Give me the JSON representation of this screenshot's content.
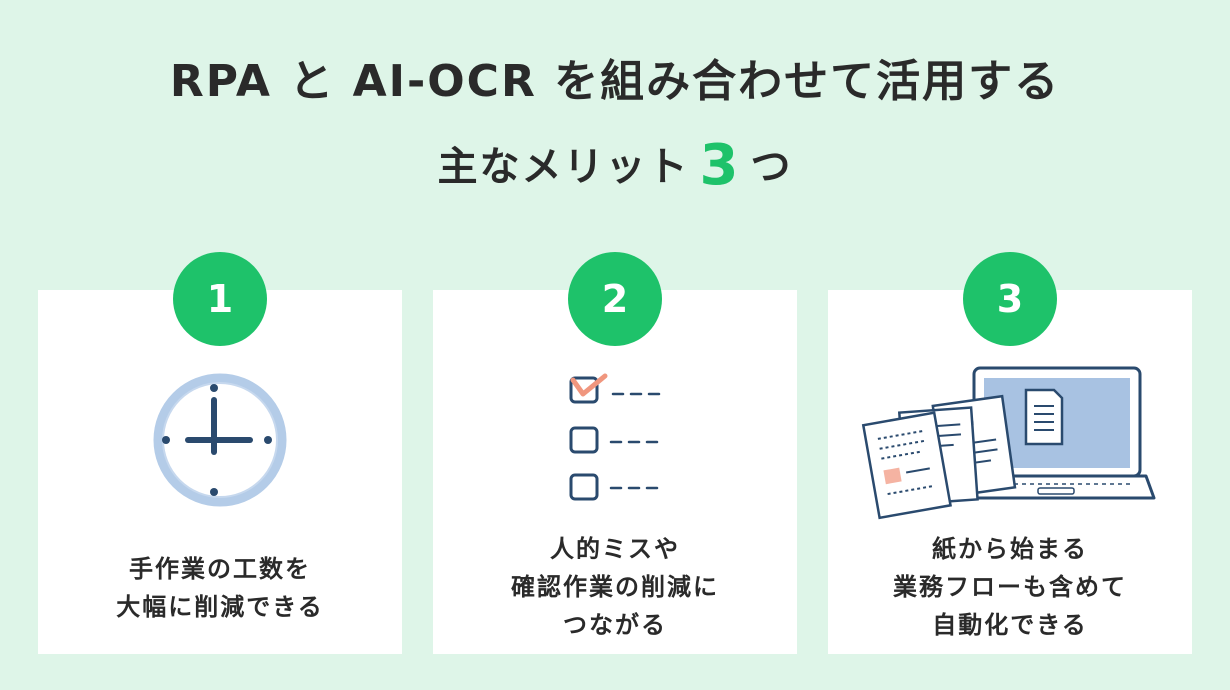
{
  "title": {
    "line1": "RPA と AI-OCR を組み合わせて活用する",
    "line2_prefix": "主なメリット",
    "line2_number": "3",
    "line2_suffix": "つ"
  },
  "colors": {
    "background": "#def5e8",
    "accent": "#1ec26a",
    "card": "#ffffff",
    "ink": "#2a4a6e"
  },
  "cards": [
    {
      "number": "1",
      "icon": "clock-icon",
      "lines": [
        "手作業の工数を",
        "大幅に削減できる"
      ]
    },
    {
      "number": "2",
      "icon": "checklist-icon",
      "lines": [
        "人的ミスや",
        "確認作業の削減に",
        "つながる"
      ]
    },
    {
      "number": "3",
      "icon": "laptop-documents-icon",
      "lines": [
        "紙から始まる",
        "業務フローも含めて",
        "自動化できる"
      ]
    }
  ]
}
